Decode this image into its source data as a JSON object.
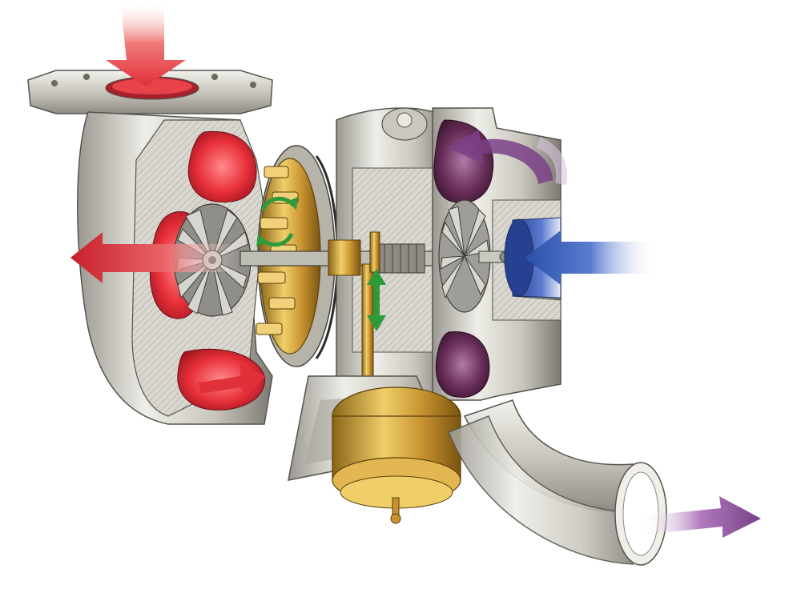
{
  "diagram": {
    "subject": "turbocharger-cutaway-variable-geometry",
    "labels": [],
    "flows": [
      {
        "id": "exhaust-inlet",
        "color": "#e0303a",
        "icon": "arrow-down-icon"
      },
      {
        "id": "exhaust-outlet-left",
        "color": "#d8283a",
        "icon": "arrow-left-icon"
      },
      {
        "id": "exhaust-volute-return",
        "color": "#e0303a",
        "icon": "arrow-right-icon"
      },
      {
        "id": "fresh-air-intake",
        "color": "#2a4fa8",
        "icon": "arrow-left-icon"
      },
      {
        "id": "compressed-air-top",
        "color": "#7a3f86",
        "icon": "curved-arrow-icon"
      },
      {
        "id": "compressed-air-outlet",
        "color": "#8a4a9a",
        "icon": "arrow-right-icon"
      },
      {
        "id": "vane-rotation",
        "color": "#2f9a3a",
        "icon": "rotate-arrows-icon"
      },
      {
        "id": "actuator-travel",
        "color": "#2f9a3a",
        "icon": "double-arrow-vertical-icon"
      }
    ],
    "colors": {
      "metal": "#d8d6cc",
      "metal_dark": "#8a8880",
      "brass": "#d4a440",
      "turbine_hot": "#e8424a",
      "compressor_cool": "#3656ad",
      "compressor_chamber": "#6a2f5a"
    }
  }
}
